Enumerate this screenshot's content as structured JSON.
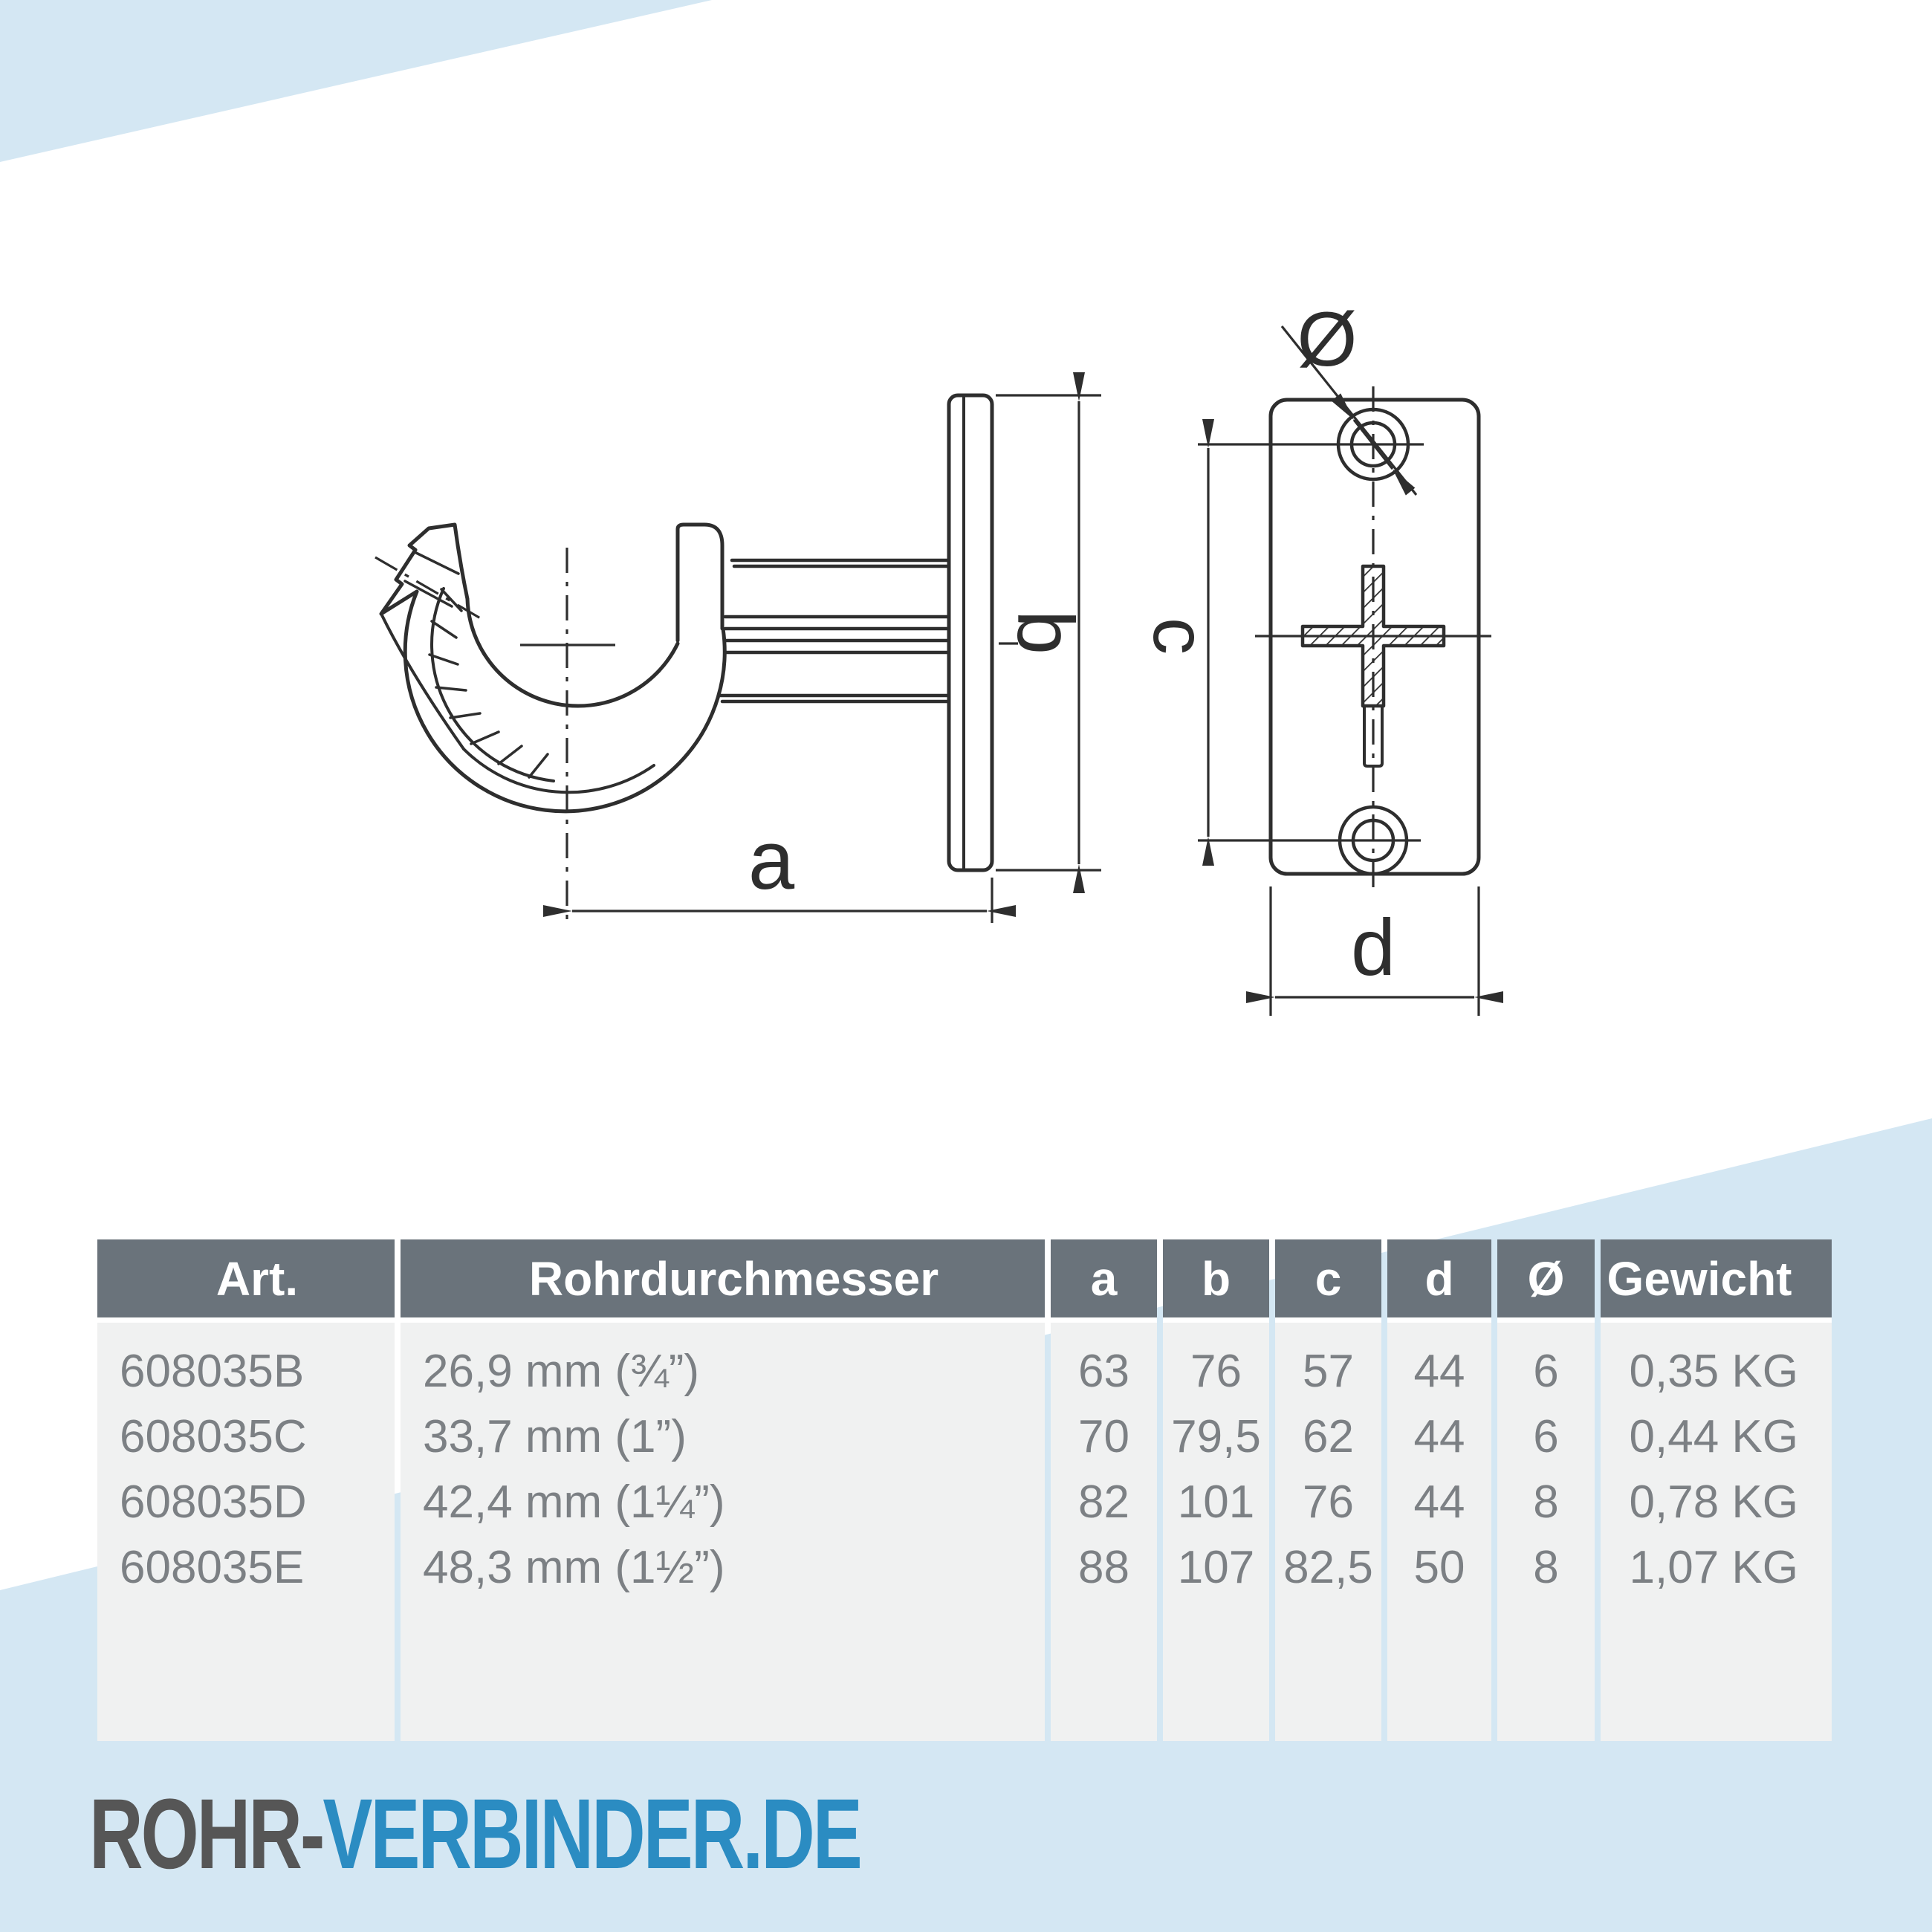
{
  "colors": {
    "accent_light_blue": "#d4e7f3",
    "table_header_bg": "#6a737b",
    "table_row_bg": "#f0f1f1",
    "table_text": "#7c8084",
    "drawing_line": "#2e2e2e",
    "logo_gray": "#565656",
    "logo_blue": "#2b8cc2"
  },
  "drawing": {
    "labels": {
      "a": "a",
      "b": "b",
      "c": "c",
      "d": "d",
      "diameter": "Ø"
    }
  },
  "table": {
    "headers": [
      "Art.",
      "Rohrdurchmesser",
      "a",
      "b",
      "c",
      "d",
      "Ø",
      "Gewicht"
    ],
    "rows": [
      {
        "cells": [
          "608035B",
          "26,9 mm (¾”)",
          "63",
          "76",
          "57",
          "44",
          "6",
          "0,35 KG"
        ]
      },
      {
        "cells": [
          "608035C",
          "33,7 mm (1”)",
          "70",
          "79,5",
          "62",
          "44",
          "6",
          "0,44 KG"
        ]
      },
      {
        "cells": [
          "608035D",
          "42,4 mm (1¼”)",
          "82",
          "101",
          "76",
          "44",
          "8",
          "0,78 KG"
        ]
      },
      {
        "cells": [
          "608035E",
          "48,3 mm (1½”)",
          "88",
          "107",
          "82,5",
          "50",
          "8",
          "1,07 KG"
        ]
      }
    ]
  },
  "logo": {
    "part1": "ROHR-",
    "part2": "VERBINDER.DE"
  }
}
